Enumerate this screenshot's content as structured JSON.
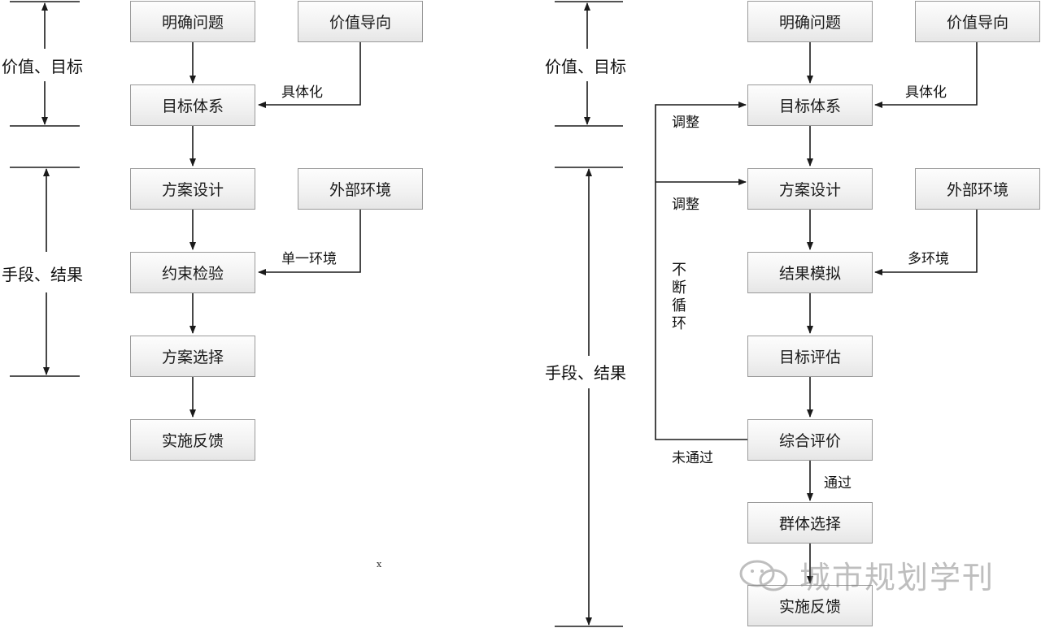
{
  "left": {
    "side_top": "价值、目标",
    "side_bottom": "手段、结果",
    "boxes": [
      "明确问题",
      "价值导向",
      "目标体系",
      "方案设计",
      "外部环境",
      "约束检验",
      "方案选择",
      "实施反馈"
    ],
    "edge_labels": {
      "concretize": "具体化",
      "single_env": "单一环境"
    }
  },
  "right": {
    "side_top": "价值、目标",
    "side_bottom": "手段、结果",
    "boxes": [
      "明确问题",
      "价值导向",
      "目标体系",
      "方案设计",
      "外部环境",
      "结果模拟",
      "目标评估",
      "综合评价",
      "群体选择",
      "实施反馈"
    ],
    "edge_labels": {
      "concretize": "具体化",
      "multi_env": "多环境",
      "adjust1": "调整",
      "adjust2": "调整",
      "loop": [
        "不",
        "断",
        "循",
        "环"
      ],
      "not_passed": "未通过",
      "passed": "通过"
    }
  },
  "misc": {
    "x_mark": "x",
    "watermark": "城市规划学刊"
  }
}
